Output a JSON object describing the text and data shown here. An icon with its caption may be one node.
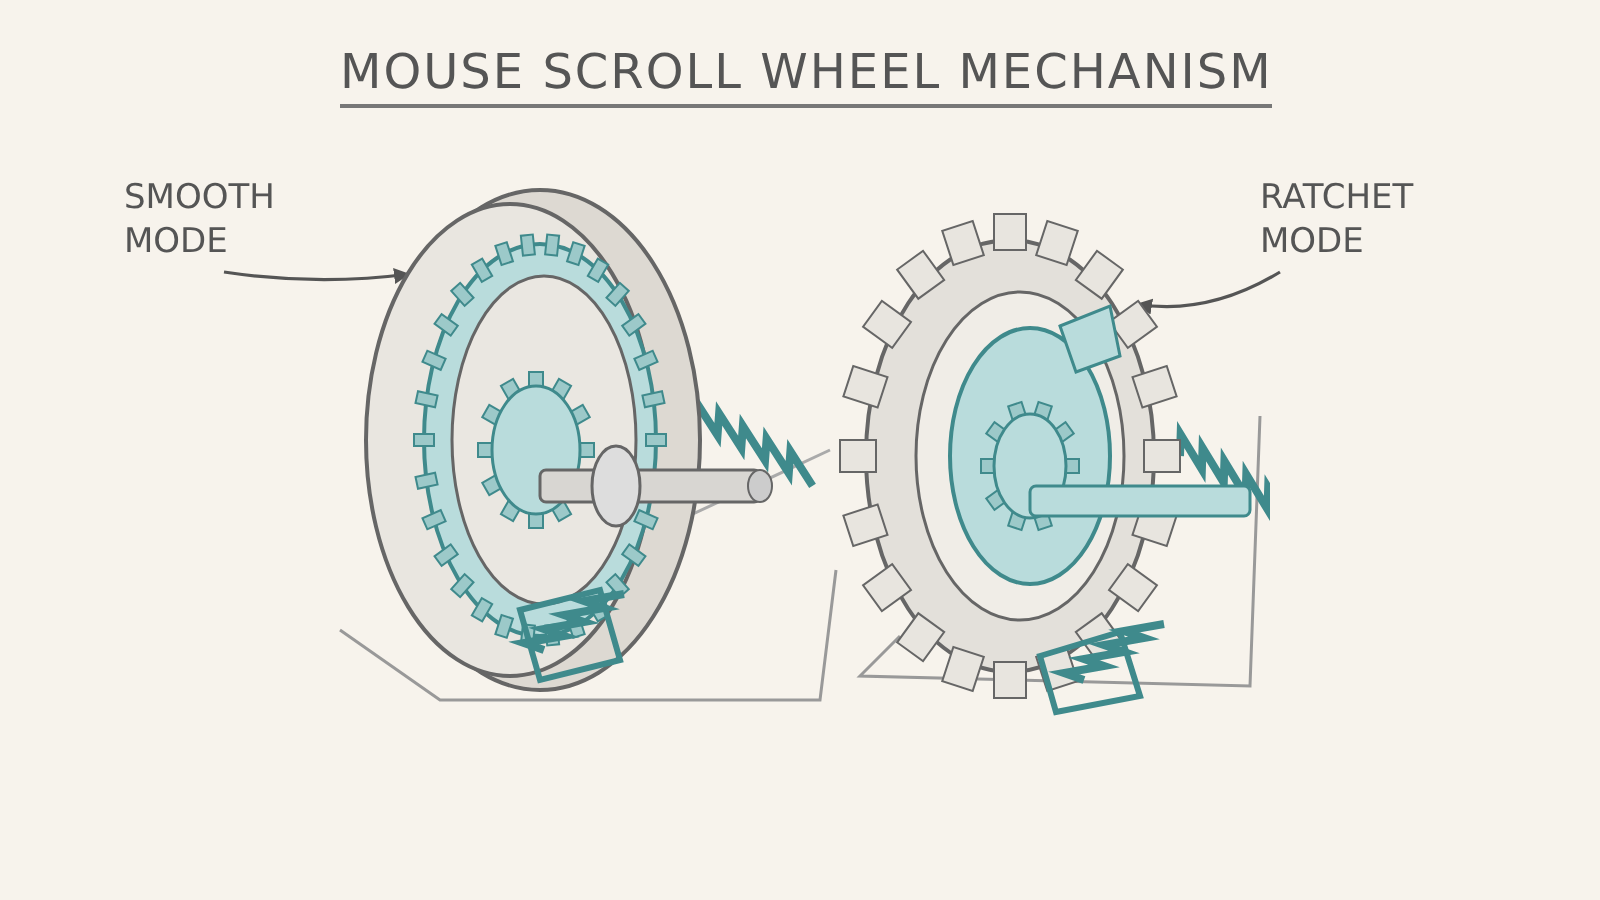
{
  "diagram": {
    "title": "MOUSE SCROLL WHEEL MECHANISM",
    "nodes": [
      {
        "text": [
          "SMOOTH MODE"
        ]
      },
      {
        "text": [],
        "shape": "picture"
      },
      {
        "text": [
          "RATCHET MODE"
        ]
      },
      {
        "text": [],
        "shape": "picture"
      }
    ],
    "edges": [
      {
        "from": 0,
        "to": 1,
        "arrow": "to"
      },
      {
        "from": 2,
        "to": 3,
        "arrow": "to"
      }
    ]
  }
}
